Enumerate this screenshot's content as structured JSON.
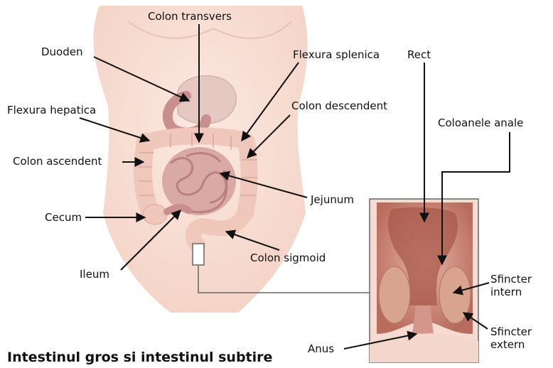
{
  "title": "Intestinul gros si intestinul subtire",
  "labels": {
    "colon_transvers": "Colon transvers",
    "duoden": "Duoden",
    "flexura_splenica": "Flexura splenica",
    "rect": "Rect",
    "flexura_hepatica": "Flexura hepatica",
    "colon_descendent": "Colon descendent",
    "coloanele_anale": "Coloanele anale",
    "colon_ascendent": "Colon ascendent",
    "jejunum": "Jejunum",
    "cecum": "Cecum",
    "colon_sigmoid": "Colon sigmoid",
    "ileum": "Ileum",
    "sfincter_intern": [
      "Sfincter",
      "intern"
    ],
    "sfincter_extern": [
      "Sfincter",
      "extern"
    ],
    "anus": "Anus"
  },
  "colors": {
    "skin": "#f7ddd2",
    "colon": "#f3cec3",
    "small_intestine": "#d9a9a6",
    "stomach": "#d8b1ad",
    "rectum_tissue": "#c78374",
    "arrow": "#111111"
  }
}
